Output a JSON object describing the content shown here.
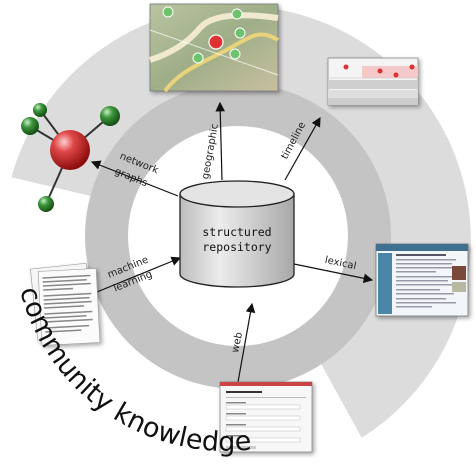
{
  "center": {
    "line1": "structured",
    "line2": "repository"
  },
  "labels": {
    "geographic": "geographic",
    "timeline": "timeline",
    "network_line1": "network",
    "network_line2": "graphs",
    "lexical": "lexical",
    "web": "web",
    "ml_line1": "machine",
    "ml_line2": "learning"
  },
  "arc_title": "community knowledge",
  "colors": {
    "outer_ring": "#dcdcdc",
    "inner_ring": "#c4c4c4",
    "node_red": "#c81e1e",
    "node_green": "#2f7d2f"
  }
}
